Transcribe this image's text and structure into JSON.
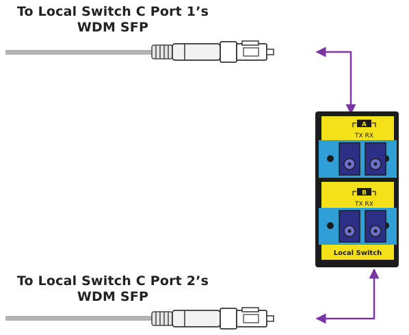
{
  "captions": {
    "top": {
      "line1": "To Local Switch C Port 1’s",
      "line2": "WDM SFP"
    },
    "bottom": {
      "line1": "To Local Switch C Port 2’s",
      "line2": "WDM SFP"
    }
  },
  "module": {
    "channel_a": {
      "letter": "A",
      "sublabel": "TX RX"
    },
    "channel_b": {
      "letter": "B",
      "sublabel": "TX RX"
    },
    "footer_label": "Local Switch"
  },
  "colors": {
    "cable": "#b3b3b3",
    "arrow": "#7a35a4",
    "module_body": "#1c1c1c",
    "module_panel": "#f4e11a",
    "port_block": "#2f9fd6",
    "port_connector": "#2c2f86"
  }
}
